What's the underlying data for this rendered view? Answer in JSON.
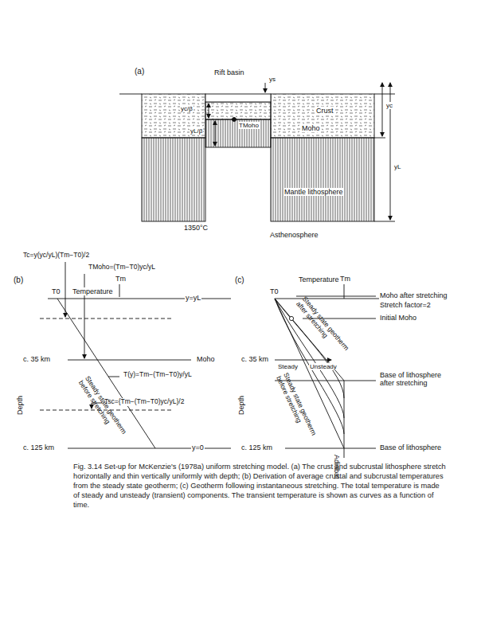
{
  "diagram": {
    "caption": "Fig. 3.14 Set-up for McKenzie's (1978a) uniform stretching model. (a) The crust and subcrustal lithosphere stretch horizontally and thin vertically uniformly with depth; (b) Derivation of average crustal and subcrustal temperatures from the steady state geotherm; (c) Geotherm following instantaneous stretching. The total temperature is made of steady and unsteady (transient) components. The transient temperature is shown as curves as a function of time.",
    "labels": [
      "(a)",
      "Rift basin",
      "ys",
      "yc/β",
      "yL/β",
      "Crust",
      "TMoho",
      "Moho",
      "yc",
      "yL",
      "Mantle lithosphere",
      "1350°C",
      "Asthenosphere",
      "Tc=y(yc/yL)(Tm−T0)/2",
      "TMoho=(Tm−T0)yc/yL",
      "(b)",
      "T0",
      "Tm",
      "Temperature",
      "y=yL",
      "c. 35 km",
      "Moho",
      "T(y)=Tm−(Tm−T0)y/yL",
      "Tsc={Tm−(Tm−T0)yc/yL}/2",
      "Depth",
      "Steady state geotherm before stretching",
      "c. 125 km",
      "y=0",
      "(c)",
      "T0",
      "Temperature",
      "Tm",
      "Moho after stretching",
      "Stretch factor=2",
      "Initial Moho",
      "c. 35 km",
      "Steady state geotherm after stretching",
      "Steady",
      "Unsteady",
      "Base of lithosphere after stretching",
      "Depth",
      "Steady state geotherm before stretching",
      "c. 125 km",
      "Base of lithosphere",
      "Adiabat"
    ]
  }
}
